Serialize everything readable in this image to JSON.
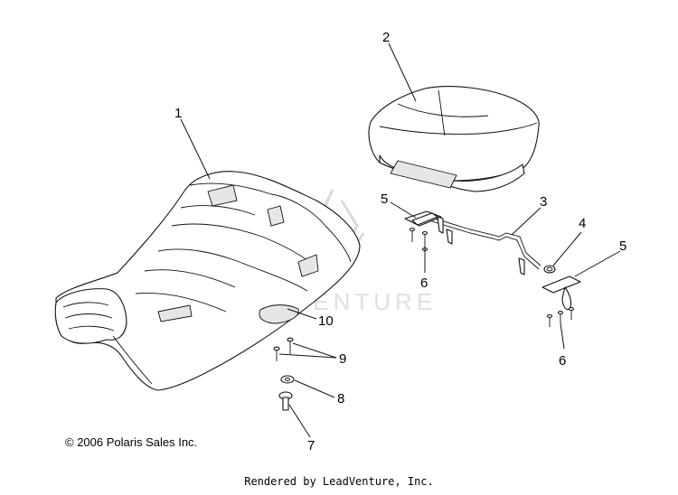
{
  "callouts": {
    "c1": "1",
    "c2": "2",
    "c3": "3",
    "c4": "4",
    "c5a": "5",
    "c5b": "5",
    "c6a": "6",
    "c6b": "6",
    "c7": "7",
    "c8": "8",
    "c9": "9",
    "c10": "10"
  },
  "watermark": {
    "text": "LEADVENTURE"
  },
  "footer": {
    "copyright": "© 2006 Polaris Sales Inc.",
    "rendered_by": "Rendered by LeadVenture, Inc."
  }
}
